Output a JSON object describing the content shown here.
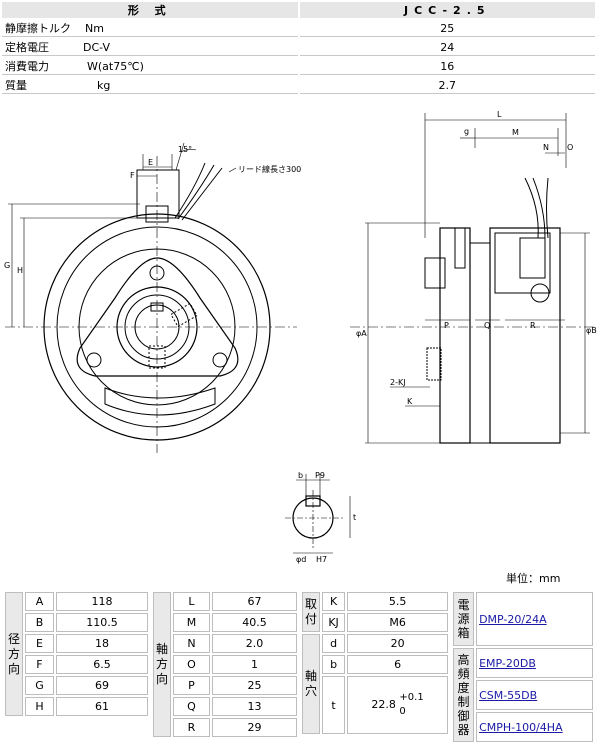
{
  "spec": {
    "header": {
      "left": "形 式",
      "right": "JCC-2.5"
    },
    "rows": [
      {
        "label": "静摩擦トルク",
        "unit": "Nm",
        "value": "25"
      },
      {
        "label": "定格電圧",
        "unit": "DC-V",
        "value": "24"
      },
      {
        "label": "消費電力",
        "unit": "W(at75℃)",
        "value": "16"
      },
      {
        "label": "質量",
        "unit": "kg",
        "value": "2.7"
      }
    ]
  },
  "drawing": {
    "labels": {
      "E": "E",
      "F": "F",
      "G": "G",
      "H": "H",
      "angle": "15°",
      "lead": "リード線長さ300",
      "L": "L",
      "g": "g",
      "M": "M",
      "N": "N",
      "O": "O",
      "phiA": "φA",
      "phiB": "φB",
      "P": "P",
      "Q": "Q",
      "R": "R",
      "KJ": "2-KJ",
      "K": "K",
      "b": "b",
      "P9": "P9",
      "t": "t",
      "phid": "φd",
      "H7": "H7"
    },
    "unit_note": "単位：mm"
  },
  "radial": {
    "side": [
      "径",
      "方",
      "向"
    ],
    "rows": [
      [
        "A",
        "118"
      ],
      [
        "B",
        "110.5"
      ],
      [
        "E",
        "18"
      ],
      [
        "F",
        "6.5"
      ],
      [
        "G",
        "69"
      ],
      [
        "H",
        "61"
      ]
    ]
  },
  "axial": {
    "side": [
      "軸",
      "方",
      "向"
    ],
    "rows": [
      [
        "L",
        "67"
      ],
      [
        "M",
        "40.5"
      ],
      [
        "N",
        "2.0"
      ],
      [
        "O",
        "1"
      ],
      [
        "P",
        "25"
      ],
      [
        "Q",
        "13"
      ],
      [
        "R",
        "29"
      ]
    ]
  },
  "mount": {
    "side": [
      "取",
      "付"
    ],
    "rows": [
      [
        "K",
        "5.5"
      ],
      [
        "KJ",
        "M6"
      ]
    ]
  },
  "shaft": {
    "side": [
      "軸",
      "穴"
    ],
    "rows": [
      [
        "d",
        "20"
      ],
      [
        "b",
        "6"
      ]
    ],
    "t": {
      "label": "t",
      "base": "22.8",
      "upper": "+0.1",
      "lower": "0"
    }
  },
  "control": {
    "side1": [
      "電",
      "源",
      "箱"
    ],
    "side2": [
      "高",
      "頻",
      "度",
      "制",
      "御",
      "器"
    ],
    "links": [
      "DMP-20/24A",
      "EMP-20DB",
      "CSM-55DB",
      "CMPH-100/4HA"
    ]
  }
}
